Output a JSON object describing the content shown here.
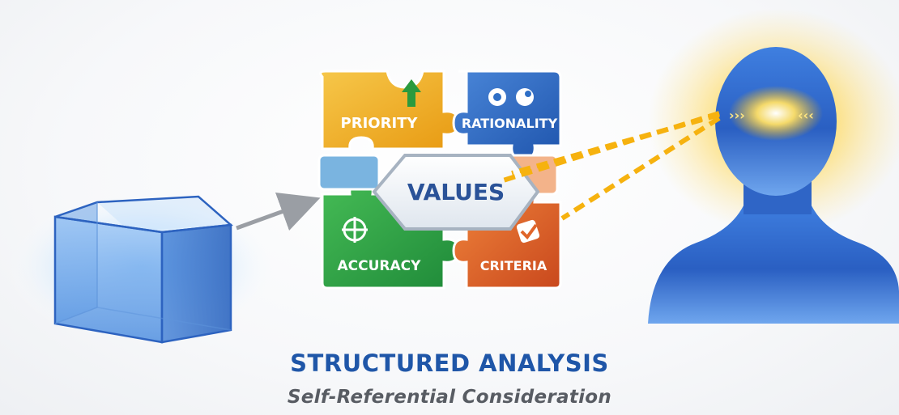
{
  "diagram": {
    "title": "STRUCTURED ANALYSIS",
    "subtitle": "Self-Referential Consideration",
    "center_label": "VALUES",
    "pieces": [
      {
        "label": "PRIORITY",
        "icon": "up-arrow-icon"
      },
      {
        "label": "RATIONALITY",
        "icon": "gears-icon"
      },
      {
        "label": "ACCURACY",
        "icon": "target-icon"
      },
      {
        "label": "CRITERIA",
        "icon": "checkmark-icon"
      }
    ],
    "colors": {
      "priority": "#f0b020",
      "rationality": "#2f6fc6",
      "accuracy": "#2eaa48",
      "criteria": "#e0652a",
      "title": "#1f56a8",
      "glow": "#ffd23c"
    }
  }
}
